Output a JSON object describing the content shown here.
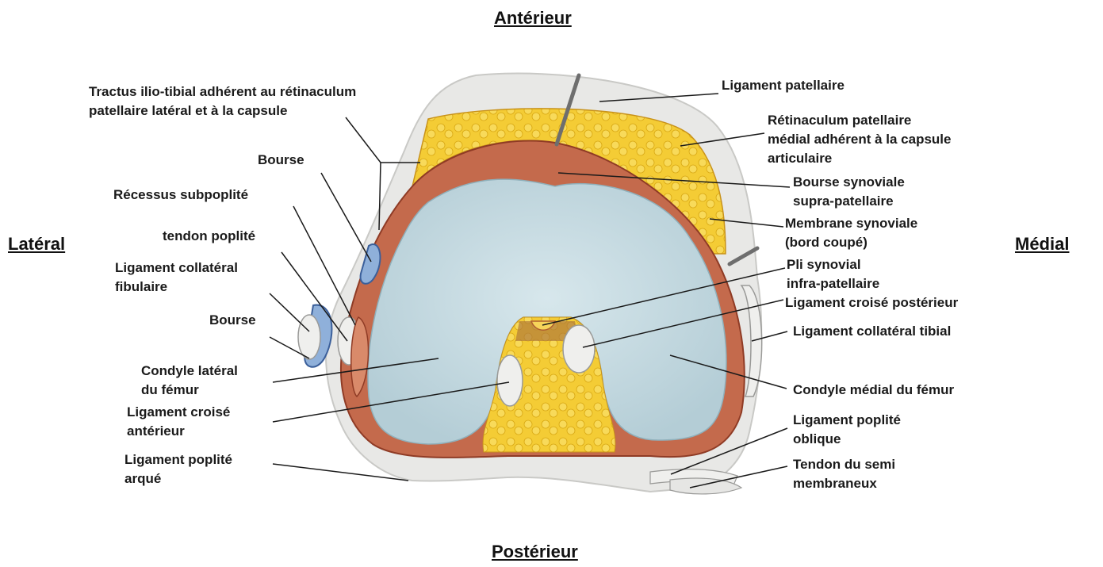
{
  "directions": {
    "anterior": "Antérieur",
    "posterior": "Postérieur",
    "lateral": "Latéral",
    "medial": "Médial"
  },
  "labels": {
    "tractus": [
      "Tractus ilio-tibial adhérent au rétinaculum",
      "patellaire latéral et à la capsule"
    ],
    "bourse_top": [
      "Bourse"
    ],
    "recessus": [
      "Récessus subpoplité"
    ],
    "tendon_poplite": [
      "tendon poplité"
    ],
    "lig_coll_fib": [
      "Ligament collatéral",
      "fibulaire"
    ],
    "bourse_bottom": [
      "Bourse"
    ],
    "condyle_lat": [
      "Condyle latéral",
      "du fémur"
    ],
    "lig_croise_ant": [
      "Ligament croisé",
      "antérieur"
    ],
    "lig_poplite_arque": [
      "Ligament poplité",
      "arqué"
    ],
    "lig_patellaire": [
      "Ligament patellaire"
    ],
    "retinaculum_med": [
      "Rétinaculum patellaire",
      "médial adhérent à la capsule",
      "articulaire"
    ],
    "bourse_synoviale": [
      "Bourse synoviale",
      "supra-patellaire"
    ],
    "membrane_synoviale": [
      "Membrane synoviale",
      "(bord coupé)"
    ],
    "pli_synovial": [
      "Pli synovial",
      "infra-patellaire"
    ],
    "lig_croise_post": [
      "Ligament croisé postérieur"
    ],
    "lig_coll_tib": [
      "Ligament collatéral tibial"
    ],
    "condyle_med": [
      "Condyle médial du fémur"
    ],
    "lig_poplite_oblique": [
      "Ligament poplité",
      "oblique"
    ],
    "tendon_semi": [
      "Tendon du semi",
      "membraneux"
    ]
  },
  "colors": {
    "cartilage": "#c9dde3",
    "fat": "#f5cf3a",
    "capsule": "#b8563c",
    "synovial": "#d98a6a",
    "ligament": "#e4e4e2",
    "bursa": "#5b7fb5",
    "leader": "#1a1a1a"
  }
}
